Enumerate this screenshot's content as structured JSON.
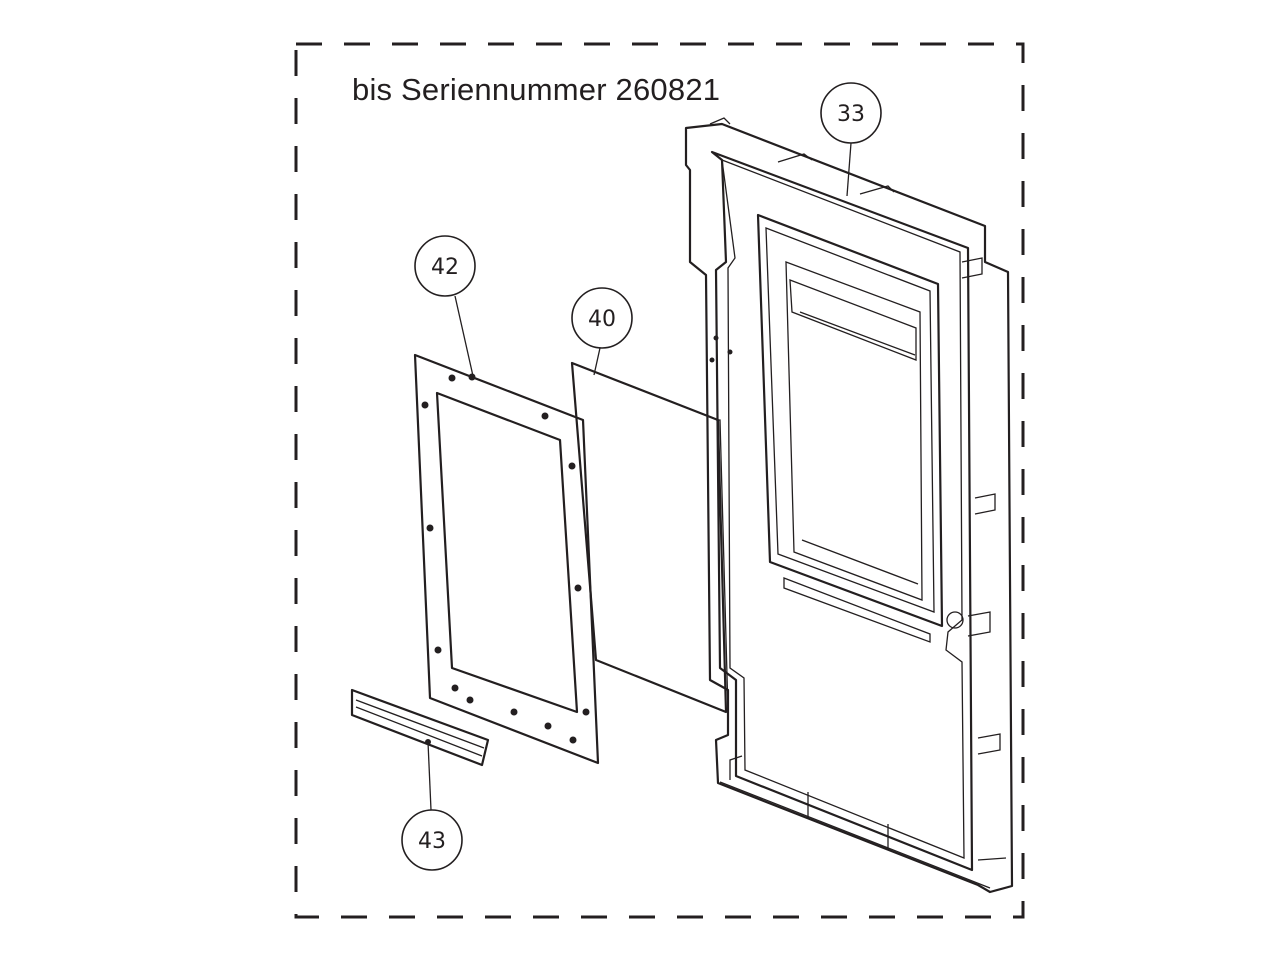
{
  "title": "bis Seriennummer 260821",
  "callouts": [
    {
      "id": "33",
      "part": "door-frame"
    },
    {
      "id": "42",
      "part": "gasket-frame"
    },
    {
      "id": "40",
      "part": "glass-pane"
    },
    {
      "id": "43",
      "part": "retaining-strip"
    }
  ],
  "colors": {
    "line": "#231f20",
    "background": "#ffffff"
  }
}
